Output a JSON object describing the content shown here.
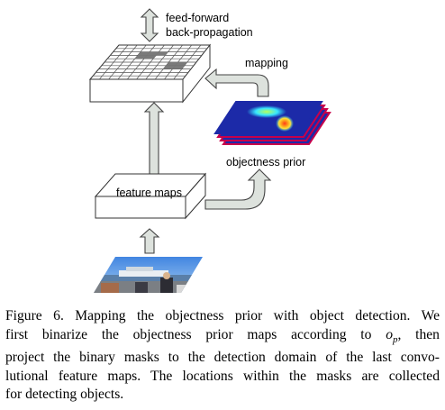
{
  "figure": {
    "label_feed_forward": "feed-forward",
    "label_back_propagation": "back-propagation",
    "label_mapping": "mapping",
    "label_objectness_prior": "objectness prior",
    "label_feature_maps": "feature maps",
    "colors": {
      "arrow_fill": "#dde2dd",
      "arrow_stroke": "#444444",
      "grid_highlight": "#7a7a7a",
      "heatmap_bg": "#1c2aa8",
      "heatmap_edge": "#c8004a"
    }
  },
  "caption": {
    "line1": "Figure 6. Mapping the objectness prior with object detection. We",
    "line2_pre": "first binarize the objectness prior maps according to ",
    "line2_math": "o",
    "line2_sub": "p",
    "line2_post": ", then",
    "line3": "project the binary masks to the detection domain of the last convo-",
    "line4": "lutional feature maps. The locations within the masks are collected",
    "line5": "for detecting objects."
  }
}
